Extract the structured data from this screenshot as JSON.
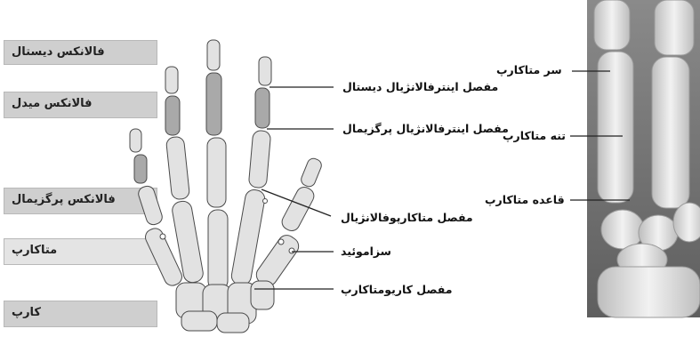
{
  "left_labels": [
    "فالانکس دیستال",
    "فالانکس میدل",
    "فالانکس پرگزیمال",
    "متاکارپ",
    "کارپ"
  ],
  "callouts": [
    "مفصل اینترفالانژیال دیستال",
    "مفصل اینترفالانژیال پرگزیمال",
    "مفصل متاکارپوفالانژیال",
    "سزاموئید",
    "مفصل کاریومتاکارپ"
  ],
  "xray_labels": [
    "سر متاکارپ",
    "تنه متاکارپ",
    "قاعده متاکارپ"
  ],
  "colors": {
    "bone": "#e2e2e2",
    "bone_dark": "#a9a9a9",
    "outline": "#4a4a4a",
    "label_box": "#cfcfcf",
    "xray_bg": "#6a6a6a"
  }
}
